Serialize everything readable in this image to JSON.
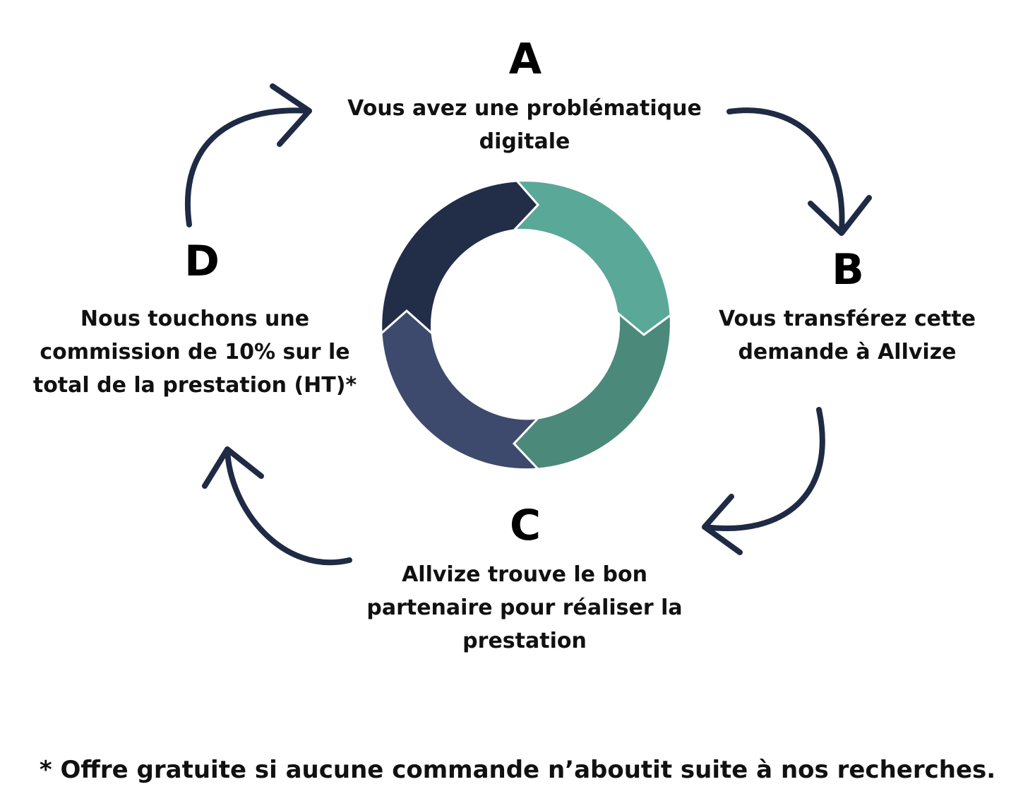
{
  "colors": {
    "segment_a": "#5aa898",
    "segment_b": "#4b897b",
    "segment_c": "#3d4a6d",
    "segment_d": "#222d48",
    "arrow": "#1f2a44",
    "text": "#111111"
  },
  "steps": [
    {
      "letter": "A",
      "text": "Vous avez une problématique digitale"
    },
    {
      "letter": "B",
      "text": "Vous transférez cette demande à Allvize"
    },
    {
      "letter": "C",
      "text": "Allvize trouve le bon partenaire pour réaliser la prestation"
    },
    {
      "letter": "D",
      "text": "Nous touchons une commission de 10% sur le total de la prestation (HT)*"
    }
  ],
  "footnote": "* Offre gratuite si aucune commande n’aboutit suite à nos recherches."
}
